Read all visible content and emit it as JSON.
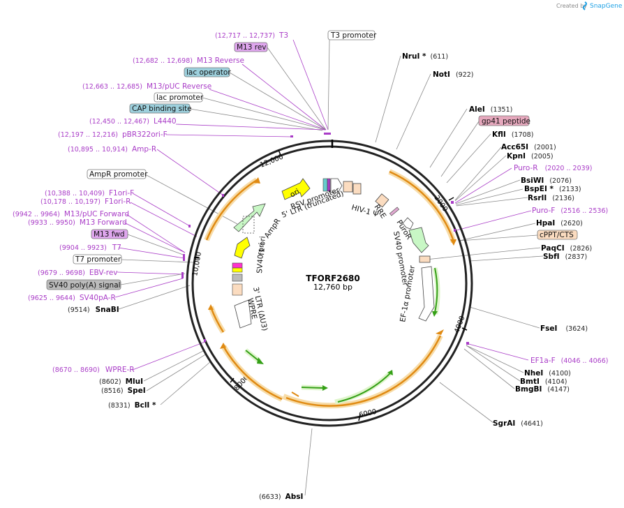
{
  "header": {
    "created_by": "Created by",
    "brand": "SnapGene"
  },
  "plasmid": {
    "name": "TFORF2680",
    "size": "12,760 bp"
  },
  "ticks": [
    "2000",
    "4000",
    "6000",
    "8000",
    "10,000",
    "12,000"
  ],
  "sites": [
    {
      "name": "NruI *",
      "pos": "(611)"
    },
    {
      "name": "NotI",
      "pos": "(922)"
    },
    {
      "name": "AleI",
      "pos": "(1351)"
    },
    {
      "name": "KflI",
      "pos": "(1708)"
    },
    {
      "name": "Acc65I",
      "pos": "(2001)"
    },
    {
      "name": "KpnI",
      "pos": "(2005)"
    },
    {
      "name": "BsiWI",
      "pos": "(2076)"
    },
    {
      "name": "BspEI *",
      "pos": "(2133)"
    },
    {
      "name": "RsrII",
      "pos": "(2136)"
    },
    {
      "name": "HpaI",
      "pos": "(2620)"
    },
    {
      "name": "PaqCI",
      "pos": "(2826)"
    },
    {
      "name": "SbfI",
      "pos": "(2837)"
    },
    {
      "name": "FseI",
      "pos": "(3624)"
    },
    {
      "name": "NheI",
      "pos": "(4100)"
    },
    {
      "name": "BmtI",
      "pos": "(4104)"
    },
    {
      "name": "BmgBI",
      "pos": "(4147)"
    },
    {
      "name": "SgrAI",
      "pos": "(4641)"
    },
    {
      "name": "AbsI",
      "pos": "(6633)"
    },
    {
      "name": "BclI *",
      "pos": "(8331)"
    },
    {
      "name": "SpeI",
      "pos": "(8516)"
    },
    {
      "name": "MluI",
      "pos": "(8602)"
    },
    {
      "name": "SnaBI",
      "pos": "(9514)"
    }
  ],
  "primers": [
    {
      "name": "T3",
      "pos": "(12,717 .. 12,737)"
    },
    {
      "name": "M13 Reverse",
      "pos": "(12,682 .. 12,698)"
    },
    {
      "name": "M13/pUC Reverse",
      "pos": "(12,663 .. 12,685)"
    },
    {
      "name": "L4440",
      "pos": "(12,450 .. 12,467)"
    },
    {
      "name": "pBR322ori-F",
      "pos": "(12,197 .. 12,216)"
    },
    {
      "name": "Amp-R",
      "pos": "(10,895 .. 10,914)"
    },
    {
      "name": "F1ori-F",
      "pos": "(10,388 .. 10,409)"
    },
    {
      "name": "F1ori-R",
      "pos": "(10,178 .. 10,197)"
    },
    {
      "name": "M13/pUC Forward",
      "pos": "(9942 .. 9964)"
    },
    {
      "name": "M13 Forward",
      "pos": "(9933 .. 9950)"
    },
    {
      "name": "T7",
      "pos": "(9904 .. 9923)"
    },
    {
      "name": "EBV-rev",
      "pos": "(9679 .. 9698)"
    },
    {
      "name": "SV40pA-R",
      "pos": "(9625 .. 9644)"
    },
    {
      "name": "WPRE-R",
      "pos": "(8670 .. 8690)"
    },
    {
      "name": "Puro-R",
      "pos": "(2020 .. 2039)"
    },
    {
      "name": "Puro-F",
      "pos": "(2516 .. 2536)"
    },
    {
      "name": "EF1a-F",
      "pos": "(4046 .. 4066)"
    }
  ],
  "boxed_features": [
    {
      "text": "T3 promoter"
    },
    {
      "text": "M13 rev"
    },
    {
      "text": "lac operator"
    },
    {
      "text": "lac promoter"
    },
    {
      "text": "CAP binding site"
    },
    {
      "text": "gp41 peptide"
    },
    {
      "text": "cPPT/CTS"
    },
    {
      "text": "AmpR promoter"
    },
    {
      "text": "M13 fwd"
    },
    {
      "text": "T7 promoter"
    },
    {
      "text": "SV40 poly(A) signal"
    }
  ],
  "inner_labels": [
    {
      "text": "ori"
    },
    {
      "text": "RSV promoter"
    },
    {
      "text": "5' LTR (truncated)"
    },
    {
      "text": "AmpR"
    },
    {
      "text": "HIV-1 Ψ"
    },
    {
      "text": "RRE"
    },
    {
      "text": "f1 ori"
    },
    {
      "text": "SV40 ori"
    },
    {
      "text": "PuroR"
    },
    {
      "text": "SV40 promoter"
    },
    {
      "text": "EF-1α promoter"
    },
    {
      "text": "3' LTR (ΔU3)"
    },
    {
      "text": "WPRE"
    }
  ],
  "colors": {
    "primer": "#a93cc7",
    "orf_arrow": "#e08a12",
    "orf_halo": "#f7dca8",
    "green_arrow": "#35a017",
    "ring": "#222222",
    "brand": "#1ea1e5"
  },
  "icons": [
    "snapgene-logo-icon"
  ]
}
